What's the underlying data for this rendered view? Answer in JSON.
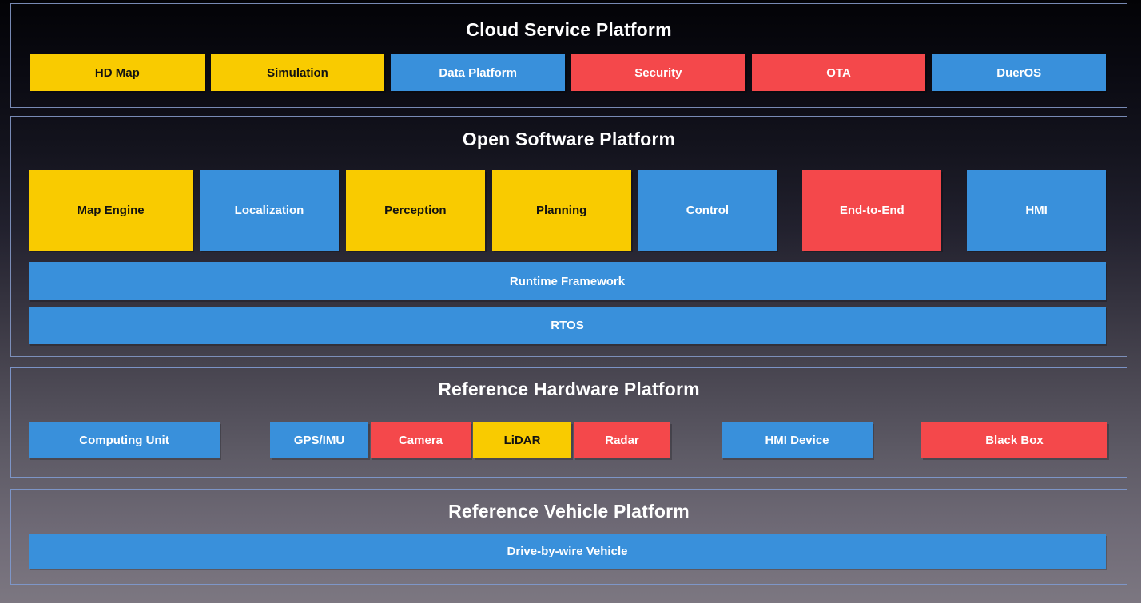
{
  "colors": {
    "yellow": "#F9CB00",
    "blue": "#3990DB",
    "red": "#F4484B",
    "panel_border": "#8298C6",
    "title_text": "#FFFFFF",
    "bg_top": "#030306",
    "bg_bottom": "#7C7781"
  },
  "sections": {
    "cloud": {
      "title": "Cloud Service Platform",
      "boxes": [
        {
          "label": "HD Map",
          "color": "yellow"
        },
        {
          "label": "Simulation",
          "color": "yellow"
        },
        {
          "label": "Data Platform",
          "color": "blue"
        },
        {
          "label": "Security",
          "color": "red"
        },
        {
          "label": "OTA",
          "color": "red"
        },
        {
          "label": "DuerOS",
          "color": "blue"
        }
      ]
    },
    "software": {
      "title": "Open Software Platform",
      "modules": [
        {
          "label": "Map Engine",
          "color": "yellow"
        },
        {
          "label": "Localization",
          "color": "blue"
        },
        {
          "label": "Perception",
          "color": "yellow"
        },
        {
          "label": "Planning",
          "color": "yellow"
        },
        {
          "label": "Control",
          "color": "blue"
        },
        {
          "label": "End-to-End",
          "color": "red"
        },
        {
          "label": "HMI",
          "color": "blue"
        }
      ],
      "bars": [
        {
          "label": "Runtime Framework",
          "color": "blue"
        },
        {
          "label": "RTOS",
          "color": "blue"
        }
      ]
    },
    "hardware": {
      "title": "Reference Hardware Platform",
      "boxes": [
        {
          "label": "Computing Unit",
          "color": "blue"
        },
        {
          "label": "GPS/IMU",
          "color": "blue"
        },
        {
          "label": "Camera",
          "color": "red"
        },
        {
          "label": "LiDAR",
          "color": "yellow"
        },
        {
          "label": "Radar",
          "color": "red"
        },
        {
          "label": "HMI Device",
          "color": "blue"
        },
        {
          "label": "Black Box",
          "color": "red"
        }
      ]
    },
    "vehicle": {
      "title": "Reference Vehicle Platform",
      "bars": [
        {
          "label": "Drive-by-wire Vehicle",
          "color": "blue"
        }
      ]
    }
  }
}
